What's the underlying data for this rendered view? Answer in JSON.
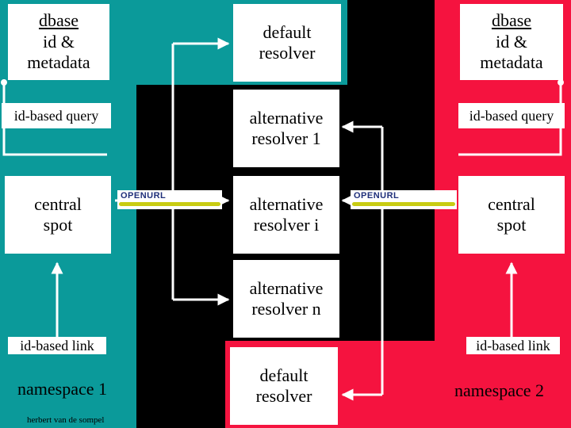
{
  "colors": {
    "teal": "#0b9a9a",
    "red": "#f5133f",
    "black": "#000000",
    "white": "#ffffff",
    "logo_text": "#1f2f7a",
    "logo_bar": "#c8cc12"
  },
  "left": {
    "dbase": {
      "line1": "dbase",
      "line2": "id &",
      "line3": "metadata"
    },
    "query": "id-based query",
    "central_spot": "central\nspot",
    "link": "id-based link",
    "namespace": "namespace 1",
    "credit": "herbert van de sompel"
  },
  "right": {
    "dbase": {
      "line1": "dbase",
      "line2": "id &",
      "line3": "metadata"
    },
    "query": "id-based query",
    "central_spot": "central\nspot",
    "link": "id-based link",
    "namespace": "namespace 2"
  },
  "resolvers": {
    "default_top": "default\nresolver",
    "alt_1": "alternative\nresolver 1",
    "alt_i": "alternative\nresolver i",
    "alt_n": "alternative\nresolver n",
    "default_bottom": "default\nresolver"
  },
  "logos": {
    "left": "OPENURL",
    "right": "OPENURL"
  }
}
